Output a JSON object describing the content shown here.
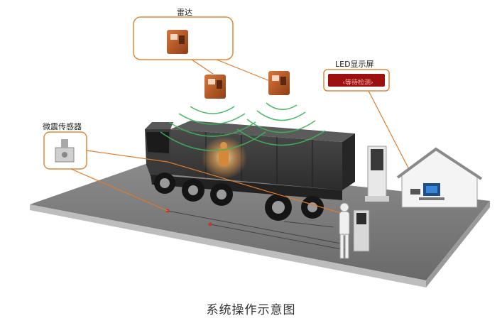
{
  "labels": {
    "radar": "雷达",
    "led_screen": "LED显示屏",
    "micro_sensor": "微震传感器",
    "led_message": "‹等待检测›",
    "caption": "系统操作示意图"
  },
  "colors": {
    "callout_border": "#e0883a",
    "connector": "#e07a2a",
    "radar_wave": "#3fb35a",
    "device_orange": "#c4642a",
    "led_red": "#9c1010",
    "ground": "#6f6f6f"
  }
}
